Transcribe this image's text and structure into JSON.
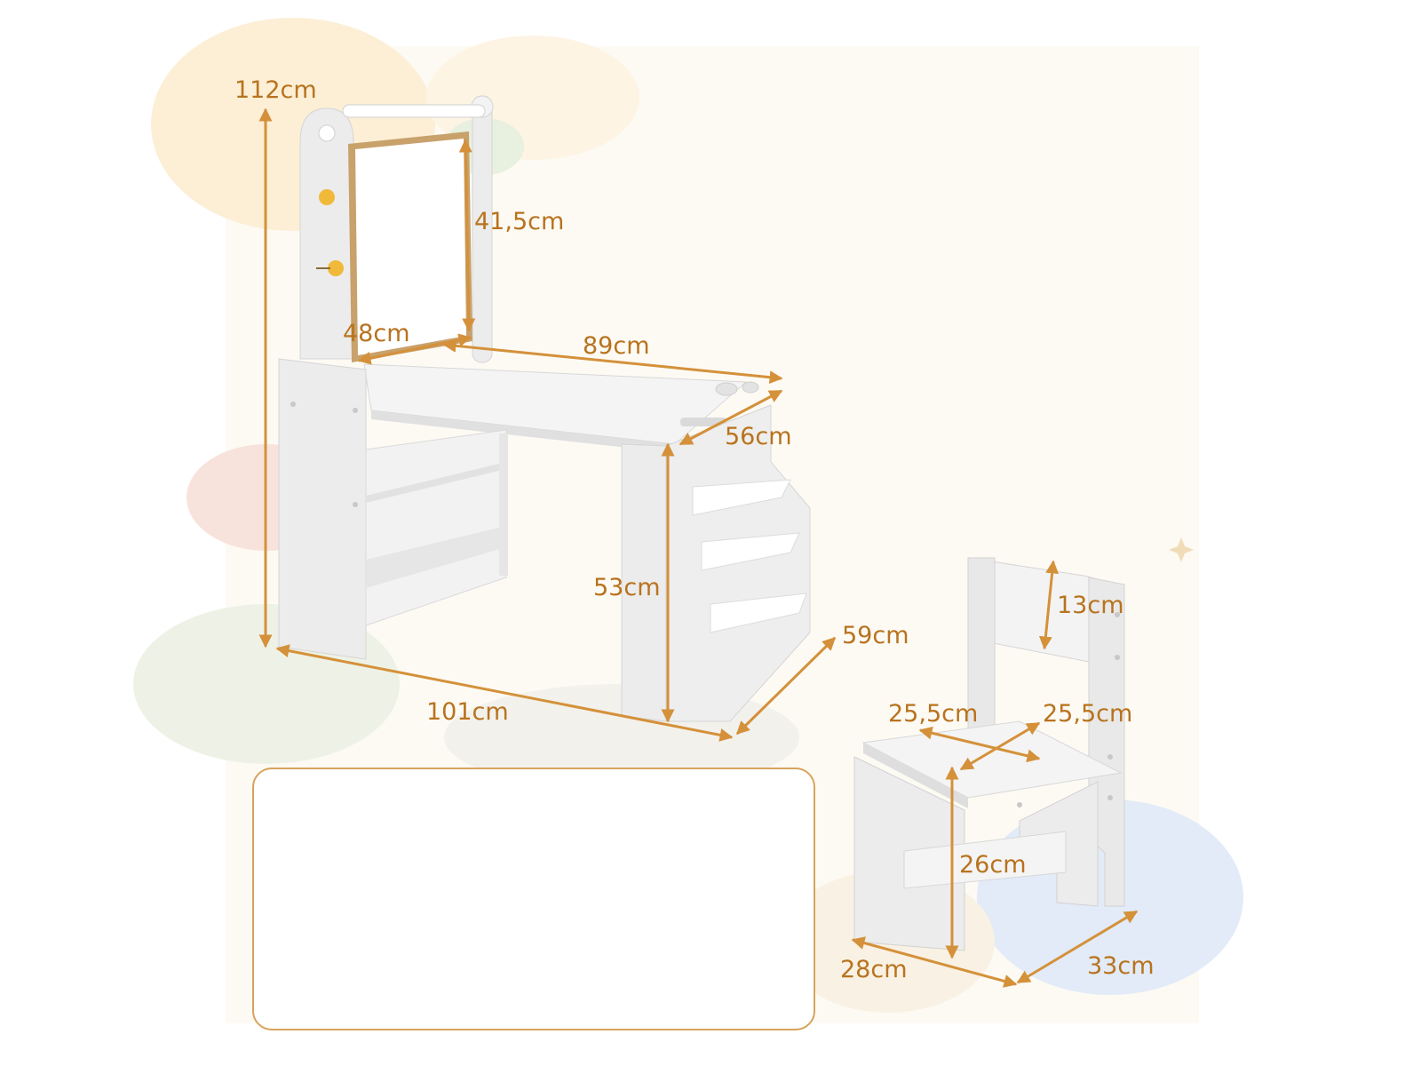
{
  "dimensions": {
    "total_height": "112cm",
    "board_height": "41,5cm",
    "board_width": "48cm",
    "desk_width": "89cm",
    "desk_depth": "56cm",
    "desk_height": "53cm",
    "total_depth": "59cm",
    "total_width": "101cm",
    "backrest_height": "13cm",
    "seat_width": "25,5cm",
    "seat_depth": "25,5cm",
    "seat_height": "26cm",
    "chair_base_width": "28cm",
    "chair_base_depth": "33cm"
  },
  "colors": {
    "dimension_accent": "#b8731e",
    "dimension_line": "#d4913a",
    "furniture": "#eeeeee",
    "furniture_shade": "#d9d9d9",
    "panel_border": "#d8a35c"
  },
  "accessories": {
    "items": [
      "water-cup-icon",
      "water-cup-icon",
      "paper-roll-icon",
      "chalk-box-icon",
      "eraser-icon"
    ]
  }
}
